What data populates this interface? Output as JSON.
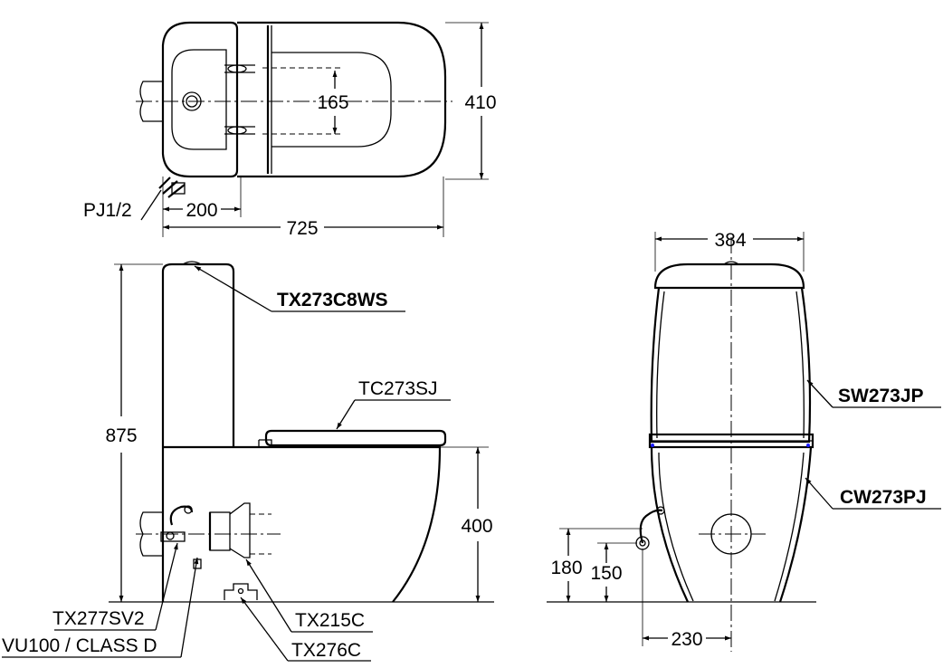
{
  "top_view": {
    "dims": {
      "seat_fixing_spacing": "165",
      "overall_width": "410",
      "inlet_offset": "200",
      "overall_length": "725"
    },
    "labels": {
      "inlet_connection": "PJ1/2"
    }
  },
  "side_view": {
    "dims": {
      "overall_height": "875",
      "seat_height": "400"
    },
    "labels": {
      "tank_fittings": "TX273C8WS",
      "seat": "TC273SJ",
      "stop_valve": "TX277SV2",
      "flexible_hose": "VU100 / CLASS D",
      "outlet_connector": "TX215C",
      "floor_fixing": "TX276C"
    }
  },
  "front_view": {
    "dims": {
      "tank_width": "384",
      "valve_height": "180",
      "inlet_height": "150",
      "inlet_lateral": "230"
    },
    "labels": {
      "cistern": "SW273JP",
      "bowl": "CW273PJ"
    }
  },
  "colors": {
    "line": "#000000",
    "joint_marker": "#1a1aff",
    "background": "#ffffff"
  }
}
